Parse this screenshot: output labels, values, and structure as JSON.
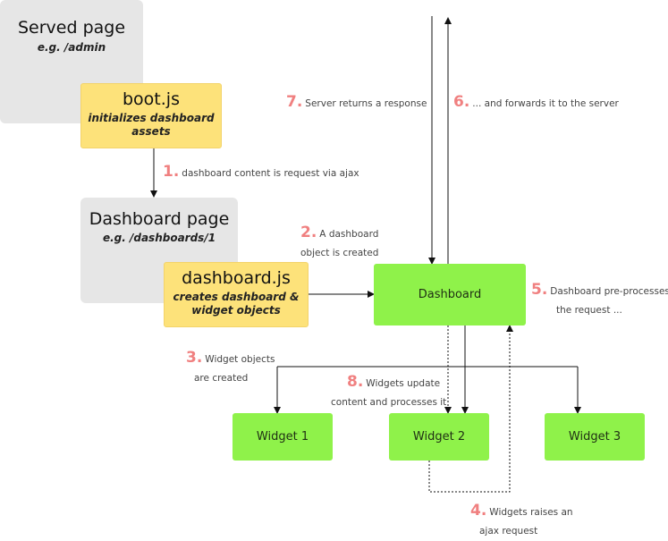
{
  "served": {
    "title": "Served page",
    "example": "e.g. /admin"
  },
  "boot": {
    "title": "boot.js",
    "line1": "initializes dashboard",
    "line2": "assets"
  },
  "dashpage": {
    "title": "Dashboard page",
    "example": "e.g. /dashboards/1"
  },
  "dashjs": {
    "title": "dashboard.js",
    "line1": "creates dashboard &",
    "line2": "widget objects"
  },
  "dashboard": {
    "label": "Dashboard"
  },
  "widgets": {
    "w1": "Widget 1",
    "w2": "Widget 2",
    "w3": "Widget 3"
  },
  "steps": {
    "s1": {
      "num": "1.",
      "text": "dashboard content is request via ajax"
    },
    "s2": {
      "num": "2.",
      "line1": "A dashboard",
      "line2": "object is created"
    },
    "s3": {
      "num": "3.",
      "line1": "Widget objects",
      "line2": "are created"
    },
    "s4": {
      "num": "4.",
      "line1": "Widgets raises an",
      "line2": "ajax request"
    },
    "s5": {
      "num": "5.",
      "line1": "Dashboard pre-processes",
      "line2": "the request ..."
    },
    "s6": {
      "num": "6.",
      "text": "... and forwards it to the server"
    },
    "s7": {
      "num": "7.",
      "text": "Server returns a response"
    },
    "s8": {
      "num": "8.",
      "line1": "Widgets update",
      "line2": "content and processes it"
    }
  }
}
